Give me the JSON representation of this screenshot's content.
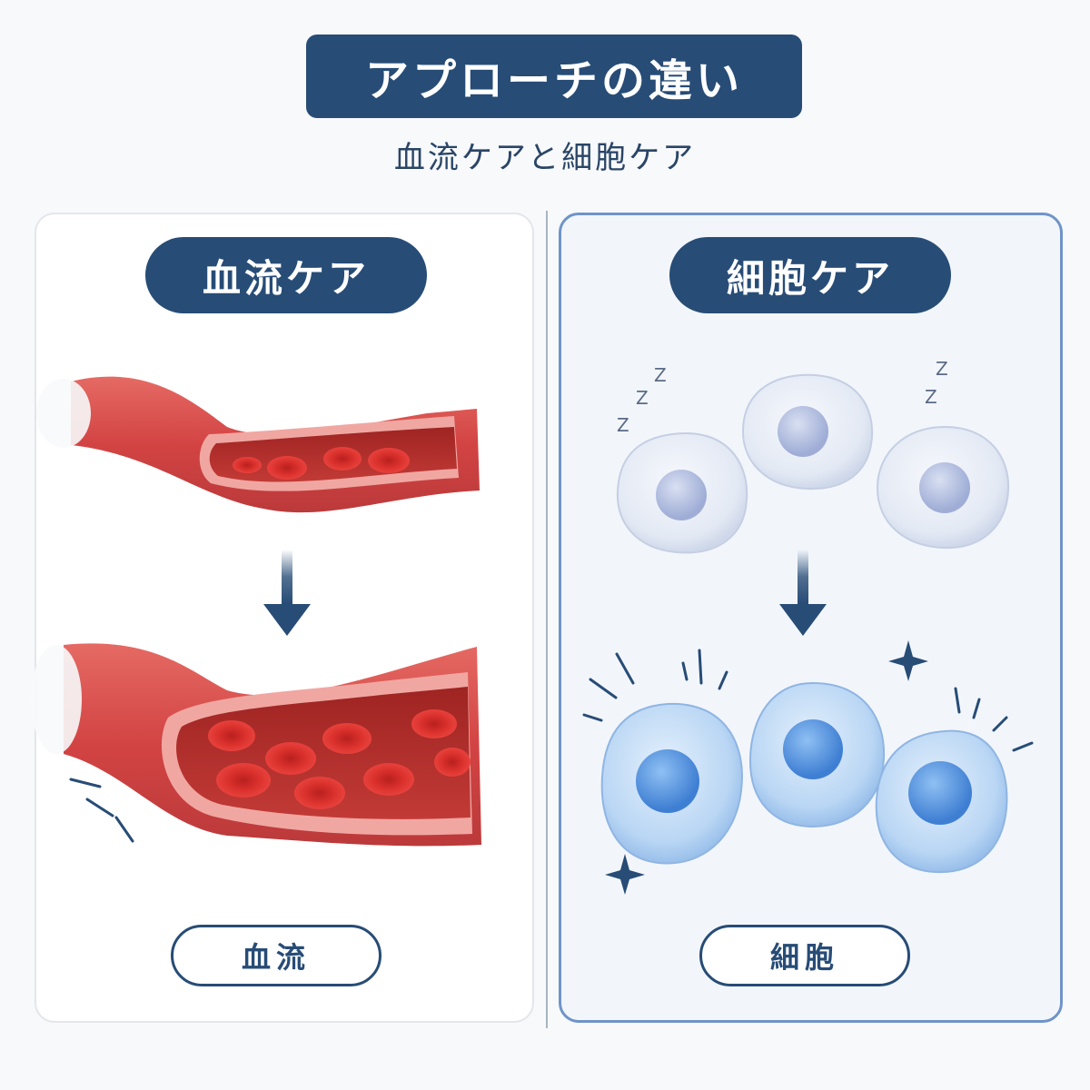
{
  "title": "アプローチの違い",
  "subtitle": "血流ケアと細胞ケア",
  "panels": [
    {
      "heading": "血流ケア",
      "label": "血流",
      "icons": [
        "blood-vessel-narrow",
        "arrow-down",
        "blood-vessel-wide"
      ]
    },
    {
      "heading": "細胞ケア",
      "label": "細胞",
      "icons": [
        "sleeping-cells",
        "zzz",
        "arrow-down",
        "active-cells",
        "sparkle"
      ]
    }
  ],
  "sleep_text": "Z",
  "colors": {
    "navy": "#274c76",
    "vessel": "#d9403f",
    "cell_dull": "#dfe6f3",
    "cell_active": "#a9cdf2",
    "panel_border": "#6f94c8"
  }
}
